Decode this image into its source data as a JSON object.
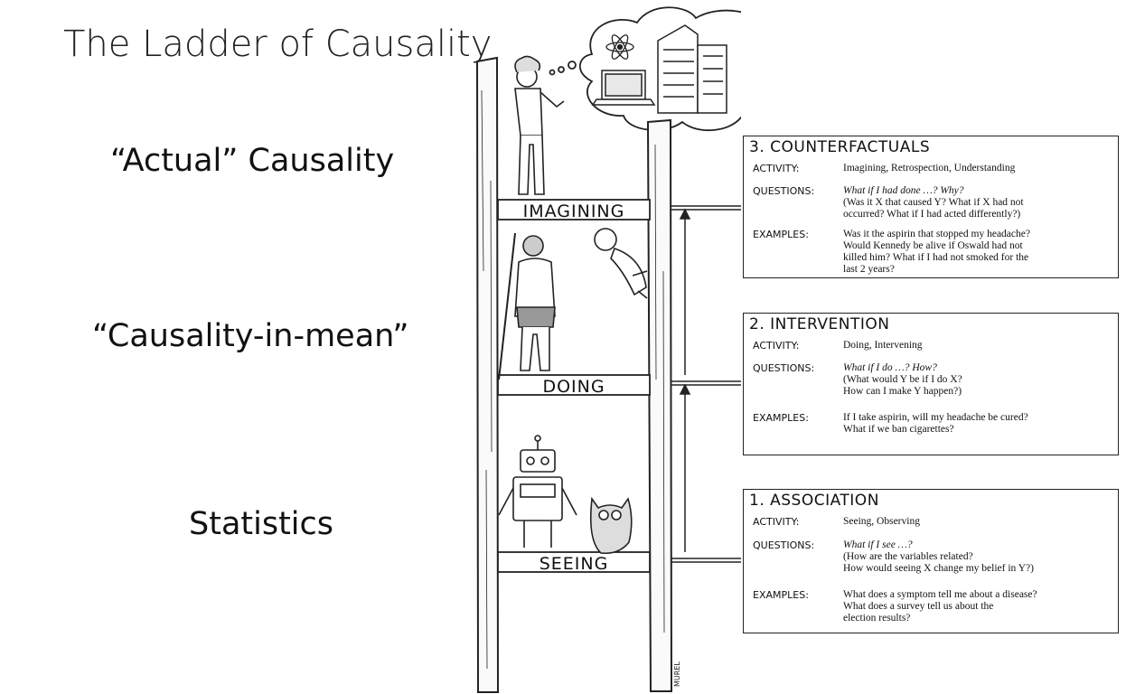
{
  "title": "The Ladder of Causality",
  "side_labels": {
    "actual": "“Actual” Causality",
    "mean": "“Causality-in-mean”",
    "statistics": "Statistics"
  },
  "rungs": {
    "top": "IMAGINING",
    "middle": "DOING",
    "bottom": "SEEING"
  },
  "signature": "MUREL",
  "boxes": {
    "counterfactuals": {
      "title": "3. COUNTERFACTUALS",
      "activity_key": "ACTIVITY:",
      "activity": "Imagining, Retrospection, Understanding",
      "questions_key": "QUESTIONS:",
      "questions_italic": "What if I had done …? Why?",
      "questions": "(Was it X that caused Y? What if X had not\noccurred? What if I had acted differently?)",
      "examples_key": "EXAMPLES:",
      "examples": "Was it the aspirin that stopped my headache?\nWould Kennedy be alive if Oswald had not\nkilled him? What if I had not smoked for the\nlast 2 years?"
    },
    "intervention": {
      "title": "2. INTERVENTION",
      "activity_key": "ACTIVITY:",
      "activity": "Doing, Intervening",
      "questions_key": "QUESTIONS:",
      "questions_italic": "What if I do …? How?",
      "questions": "(What would Y be if I do X?\nHow can I make Y happen?)",
      "examples_key": "EXAMPLES:",
      "examples": "If I take aspirin, will my headache be cured?\nWhat if we ban cigarettes?"
    },
    "association": {
      "title": "1. ASSOCIATION",
      "activity_key": "ACTIVITY:",
      "activity": "Seeing, Observing",
      "questions_key": "QUESTIONS:",
      "questions_italic": "What if I see …?",
      "questions": "(How are the variables related?\nHow would seeing X change my belief in Y?)",
      "examples_key": "EXAMPLES:",
      "examples": "What does a symptom tell me about a disease?\nWhat does a survey tell us about the\nelection results?"
    }
  }
}
